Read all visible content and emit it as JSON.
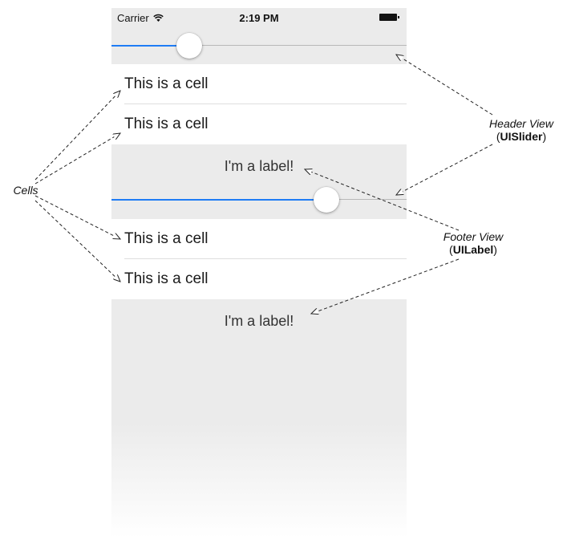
{
  "status_bar": {
    "carrier": "Carrier",
    "time": "2:19 PM"
  },
  "header_slider": {
    "value": 0.24
  },
  "cells": [
    {
      "label": "This is a cell"
    },
    {
      "label": "This is a cell"
    },
    {
      "label": "This is a cell"
    },
    {
      "label": "This is a cell"
    }
  ],
  "section_labels": [
    "I'm a label!",
    "I'm a label!"
  ],
  "footer_slider": {
    "value": 0.75
  },
  "annotations": {
    "header": {
      "name": "Header View",
      "class_open": "(",
      "class_name": "UISlider",
      "class_close": ")"
    },
    "footer": {
      "name": "Footer View",
      "class_open": "(",
      "class_name": "UILabel",
      "class_close": ")"
    },
    "cells": "Cells"
  }
}
